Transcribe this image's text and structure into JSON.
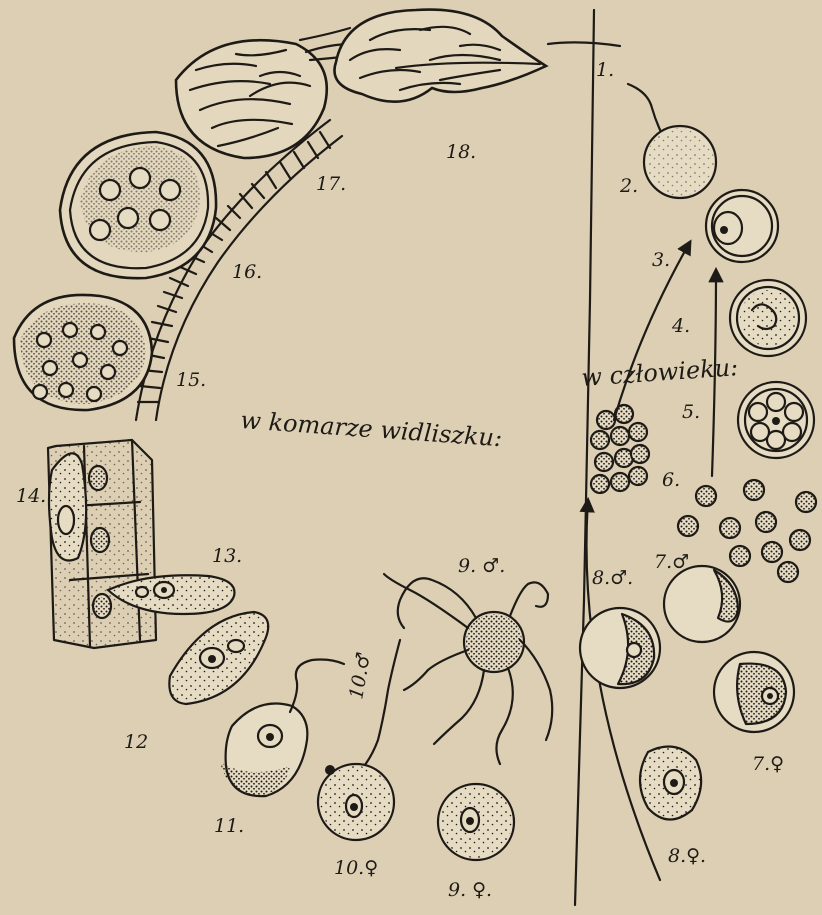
{
  "headings": {
    "mosquito": "w komarze widliszku:",
    "human": "w człowieku:"
  },
  "labels": {
    "s1": "1.",
    "s2": "2.",
    "s3": "3.",
    "s4": "4.",
    "s5": "5.",
    "s6": "6.",
    "s7m": "7.♂",
    "s7f": "7.♀",
    "s8m": "8.♂.",
    "s8f": "8.♀.",
    "s9m": "9. ♂.",
    "s9f": "9. ♀.",
    "s10m": "10.♂",
    "s10f": "10.♀",
    "s11": "11.",
    "s12": "12",
    "s13": "13.",
    "s14": "14.",
    "s15": "15.",
    "s16": "16.",
    "s17": "17.",
    "s18": "18."
  },
  "colors": {
    "paper": "#dccfb4",
    "ink": "#1e1a16"
  }
}
